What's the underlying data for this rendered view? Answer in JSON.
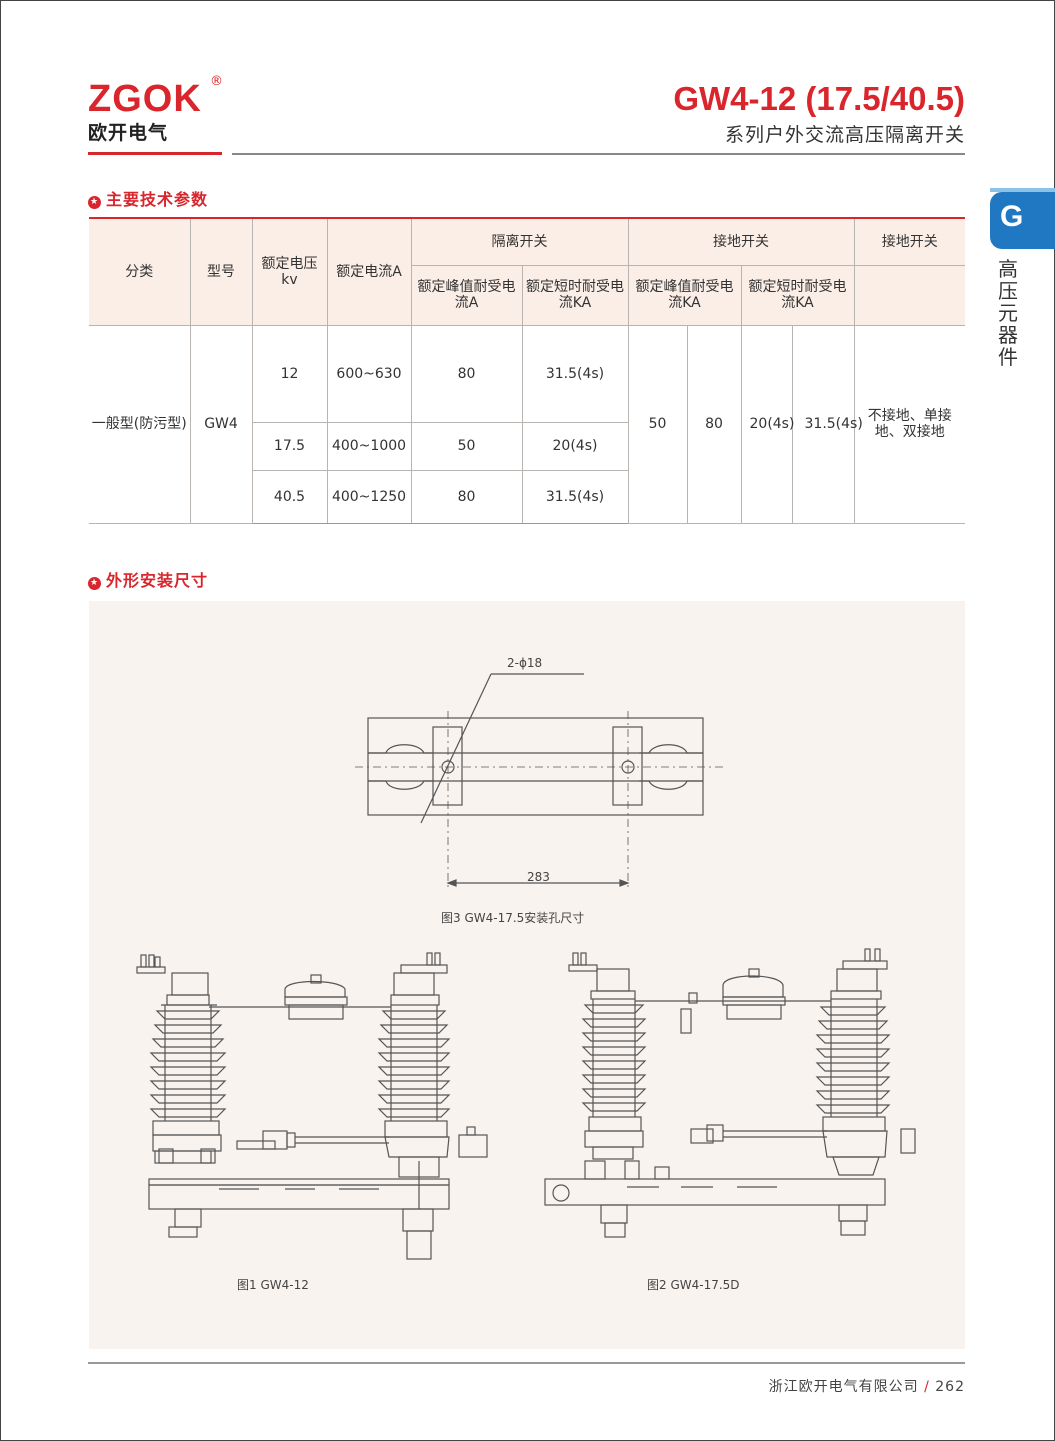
{
  "header": {
    "logo_mark": "ZGOK",
    "logo_reg": "®",
    "logo_cn": "欧开电气",
    "title": "GW4-12 (17.5/40.5)",
    "subtitle": "系列户外交流高压隔离开关"
  },
  "side_tab": {
    "letter": "G",
    "text": "高压元器件"
  },
  "sections": {
    "params": "主要技术参数",
    "dims": "外形安装尺寸"
  },
  "table": {
    "h_category": "分类",
    "h_model": "型号",
    "h_voltage": "额定电压kv",
    "h_current": "额定电流A",
    "h_isolator": "隔离开关",
    "h_earth": "接地开关",
    "h_earth2": "接地开关",
    "h_iso_peak": "额定峰值耐受电流A",
    "h_iso_short": "额定短时耐受电流KA",
    "h_earth_peak": "额定峰值耐受电流KA",
    "h_earth_short": "额定短时耐受电流KA",
    "category": "一般型(防污型)",
    "model": "GW4",
    "rows": [
      {
        "voltage": "12",
        "current": "600~630",
        "peak": "80",
        "short": "31.5(4s)"
      },
      {
        "voltage": "17.5",
        "current": "400~1000",
        "peak": "50",
        "short": "20(4s)"
      },
      {
        "voltage": "40.5",
        "current": "400~1250",
        "peak": "80",
        "short": "31.5(4s)"
      }
    ],
    "earth_peak_a": "50",
    "earth_peak_b": "80",
    "earth_short_a": "20(4s)",
    "earth_short_b": "31.5(4s)",
    "earth_mode": "不接地、单接地、双接地"
  },
  "drawing": {
    "fig3_hole_label": "2-ϕ18",
    "fig3_dim": "283",
    "fig3_caption": "图3 GW4-17.5安装孔尺寸",
    "fig1_caption": "图1 GW4-12",
    "fig2_caption": "图2 GW4-17.5D"
  },
  "footer": {
    "company": "浙江欧开电气有限公司",
    "slash": "/",
    "page": "262"
  }
}
